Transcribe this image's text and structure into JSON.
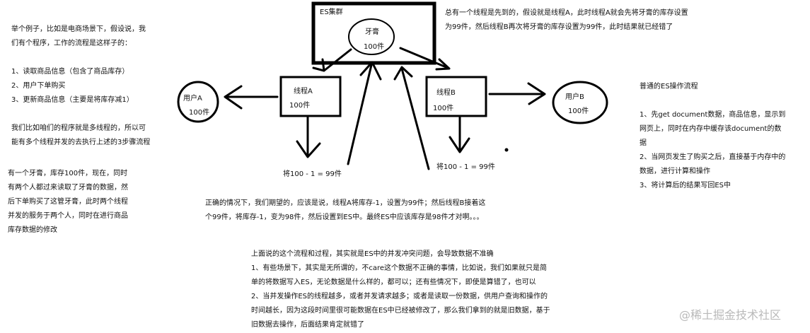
{
  "diagram": {
    "es_cluster": {
      "title": "ES集群",
      "item": "牙膏",
      "stock": "100件"
    },
    "thread_a": {
      "title": "线程A",
      "stock": "100件",
      "result": "将100 - 1 = 99件"
    },
    "thread_b": {
      "title": "线程B",
      "stock": "100件",
      "result": "将100 - 1 = 99件"
    },
    "user_a": {
      "title": "用户A",
      "stock": "100件"
    },
    "user_b": {
      "title": "用户B",
      "stock": "100件"
    }
  },
  "notes": {
    "example": [
      "举个例子，比如是电商场景下，假设说，我",
      "们有个程序，工作的流程是这样子的：",
      "",
      "1、读取商品信息（包含了商品库存）",
      "2、用户下单购买",
      "3、更新商品信息（主要是将库存减1）",
      "",
      "我们比如咱们的程序就是多线程的，所以可",
      "能有多个线程并发的去执行上述的3步骤流程"
    ],
    "toothpaste": [
      "有一个牙膏，库存100件，现在，同时",
      "有两个人都过来读取了牙膏的数据，然",
      "后下单购买了这管牙膏，此时两个线程",
      "并发的服务于两个人，同时在进行商品",
      "库存数据的修改"
    ],
    "thread_first": [
      "总有一个线程是先到的，假设就是线程A，此时线程A就会先将牙膏的库存设置",
      "为99件，然后线程B再次将牙膏的库存设置为99件，此时结果就已经错了"
    ],
    "es_flow": [
      "普通的ES操作流程",
      "",
      "1、先get document数据，商品信息，显示到",
      "网页上，同时在内存中缓存该document的数",
      "据",
      "2、当网页发生了购买之后，直接基于内存中的",
      "数据，进行计算和操作",
      "3、将计算后的结果写回ES中"
    ],
    "expected": [
      "正确的情况下，我们期望的，应该是说，线程A将库存-1，设置为99件；然后线程B接着这",
      "个99件，将库存-1，变为98件，然后设置到ES中。最终ES中应该库存是98件才对啊。。。"
    ],
    "conclusion": [
      "上面说的这个流程和过程，其实就是ES中的并发冲突问题，会导致数据不准确",
      "1、有些场景下，其实是无所谓的，不care这个数据不正确的事情，比如说，我们如果就只是简",
      "单的将数据写入ES，无论数据是什么样的，都可以；还有些情况下，即使是算错了，也可以",
      "2、当并发操作ES的线程越多，或者并发请求越多；或者是读取一份数据，供用户查询和操作的",
      "时间越长，因为这段时间里很可能数据在ES中已经被修改了，那么我们拿到的就是旧数据，基于",
      "旧数据去操作，后面结果肯定就错了"
    ]
  },
  "watermark": "@稀土掘金技术社区"
}
